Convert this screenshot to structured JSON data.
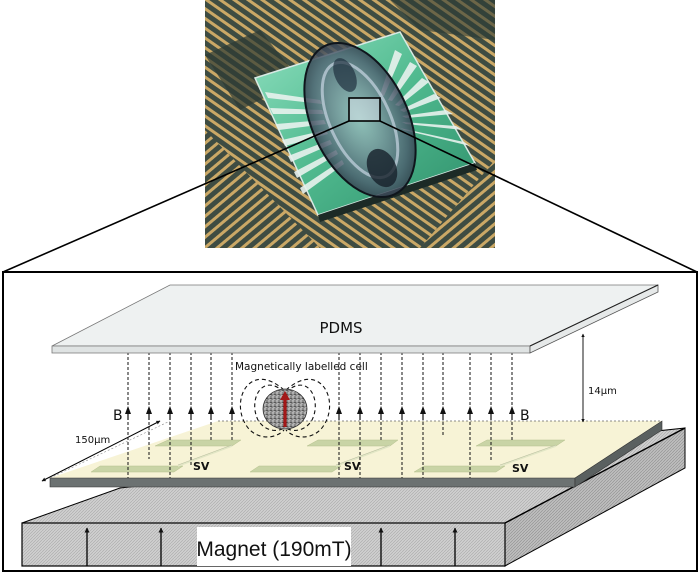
{
  "figure": {
    "photo": {
      "description": "Photograph of magnetoresistive sensor chip with PDMS microfluidic channel on gold-trace PCB",
      "highlight_box": "zoom-region"
    },
    "diagram": {
      "pdms_label": "PDMS",
      "cell_label": "Magnetically labelled cell",
      "field_label_left": "B",
      "field_label_right": "B",
      "sensor_labels": [
        "SV",
        "SV",
        "SV"
      ],
      "width_dimension": "150µm",
      "height_dimension": "14µm",
      "magnet_label": "Magnet (190mT)"
    },
    "colors": {
      "pdms_fill": "#eef1f1",
      "sensor_plane_fill": "#f7f3d6",
      "sensor_pad_fill": "#c9d4a6",
      "substrate_edge": "#6c7272",
      "magnet_fill": "#c8c8c8",
      "cell_arrow": "#a31818",
      "pcb_gold": "#c8a463",
      "pcb_dark": "#3c4a40",
      "chip_green": "#5fc79a"
    }
  }
}
